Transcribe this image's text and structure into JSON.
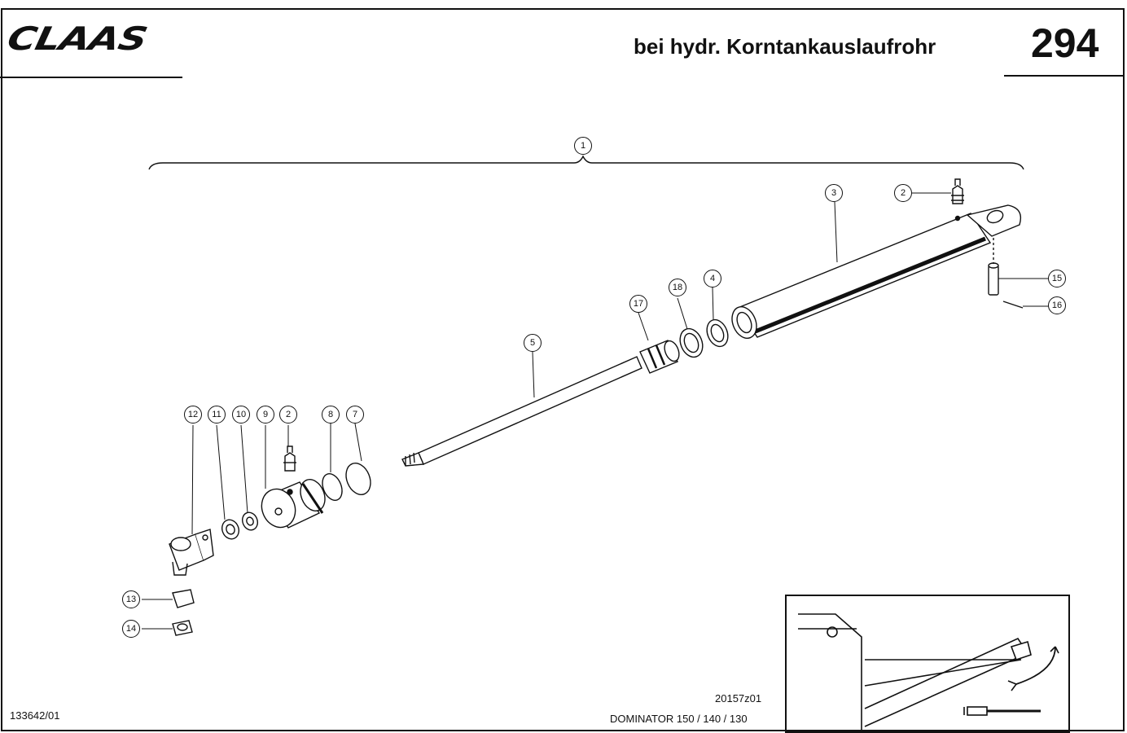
{
  "header": {
    "brand": "CLAAS",
    "title": "bei hydr. Korntankauslaufrohr",
    "page_number": "294"
  },
  "footer": {
    "doc_id": "133642/01",
    "drawing_id": "20157z01",
    "model": "DOMINATOR 150 / 140 / 130"
  },
  "callouts": [
    {
      "key": "c1",
      "label": "1"
    },
    {
      "key": "c2a",
      "label": "2"
    },
    {
      "key": "c3",
      "label": "3"
    },
    {
      "key": "c4",
      "label": "4"
    },
    {
      "key": "c5",
      "label": "5"
    },
    {
      "key": "c7",
      "label": "7"
    },
    {
      "key": "c8",
      "label": "8"
    },
    {
      "key": "c2b",
      "label": "2"
    },
    {
      "key": "c9",
      "label": "9"
    },
    {
      "key": "c10",
      "label": "10"
    },
    {
      "key": "c11",
      "label": "11"
    },
    {
      "key": "c12",
      "label": "12"
    },
    {
      "key": "c13",
      "label": "13"
    },
    {
      "key": "c14",
      "label": "14"
    },
    {
      "key": "c15",
      "label": "15"
    },
    {
      "key": "c16",
      "label": "16"
    },
    {
      "key": "c17",
      "label": "17"
    },
    {
      "key": "c18",
      "label": "18"
    }
  ]
}
